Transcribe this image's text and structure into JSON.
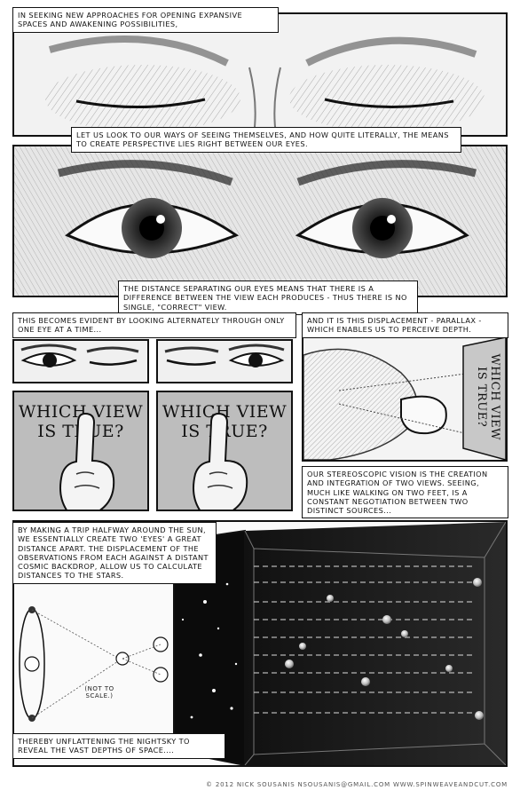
{
  "captions": {
    "c1": "In seeking new approaches for opening expansive spaces and awakening possibilities,",
    "c2": "Let us look to our ways of seeing themselves, and how quite literally, the means to create perspective lies right between our eyes.",
    "c3": "The distance separating our eyes means that there is a difference between the view each produces - thus there is no single, \"correct\" view.",
    "c4": "This becomes evident by looking alternately through only one eye at a time...",
    "c5": "And it is this displacement - parallax - which enables us to perceive depth.",
    "c6": "Our stereoscopic vision is the creation and integration of two views. Seeing, much like walking on two feet, is a constant negotiation between two distinct sources...",
    "c7": "By making a trip halfway around the sun, we essentially create two 'eyes' a great distance apart. The displacement of the observations from each against a distant cosmic backdrop, allow us to calculate distances to the stars.",
    "c8": "Thereby unflattening the nightsky to reveal the vast depths of space...."
  },
  "signs": {
    "left_line1": "WHICH VIEW",
    "left_line2": "IS TRUE?",
    "right_line1": "WHICH VIEW",
    "right_line2": "IS TRUE?",
    "side_line1": "WHICH VIEW",
    "side_line2": "IS TRUE?"
  },
  "diagram_note": "(NOT TO SCALE.)",
  "footer": "© 2012 Nick Sousanis nsousanis@gmail.com www.spinweaveandcut.com"
}
